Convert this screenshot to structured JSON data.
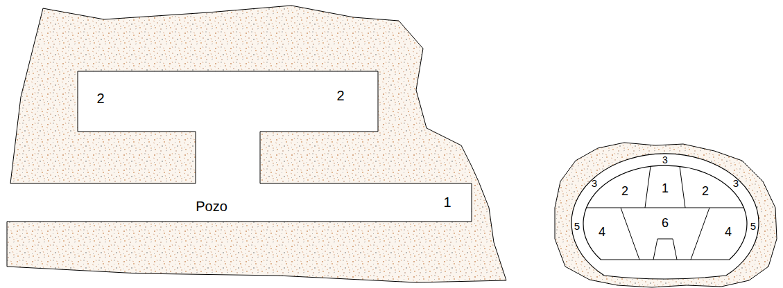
{
  "diagram": {
    "labels": [
      "2",
      "2",
      "Pozo",
      "1",
      "3",
      "3",
      "2",
      "1",
      "2",
      "3",
      "5",
      "4",
      "6",
      "4",
      "5"
    ]
  }
}
